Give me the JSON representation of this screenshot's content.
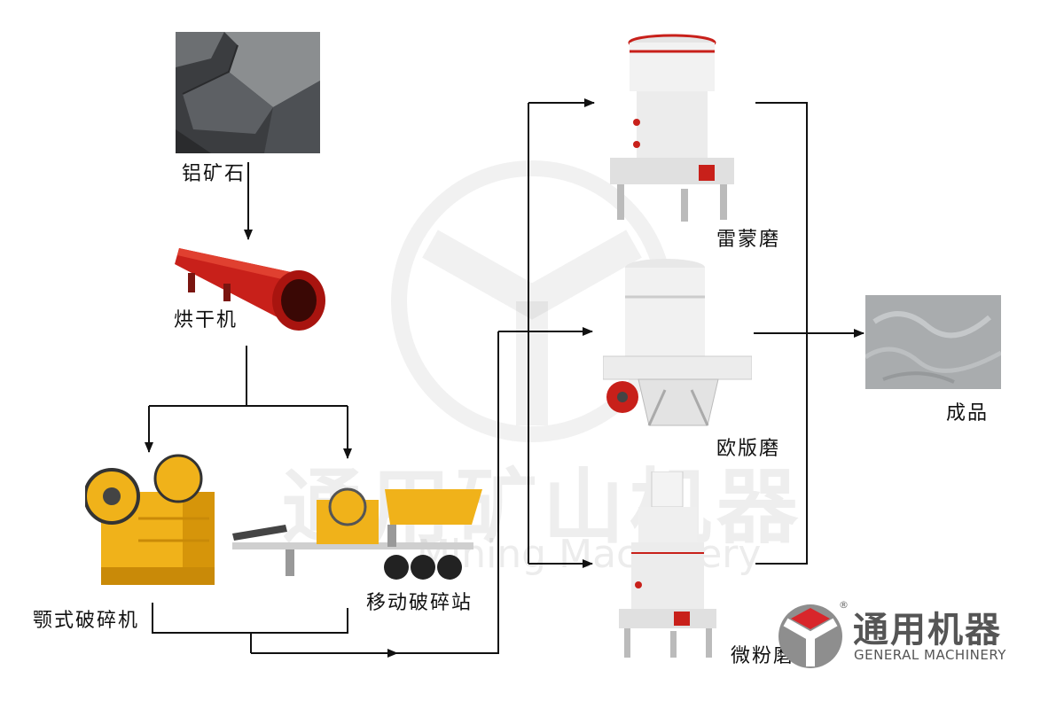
{
  "nodes": {
    "ore": "铝矿石",
    "dryer": "烘干机",
    "jaw_crusher": "颚式破碎机",
    "mobile_station": "移动破碎站",
    "raymond_mill": "雷蒙磨",
    "euro_mill": "欧版磨",
    "micro_mill": "微粉磨",
    "product": "成品"
  },
  "watermark": {
    "cn": "通用矿山机器",
    "en": "Mining Machinery"
  },
  "brand": {
    "cn": "通用机器",
    "en": "GENERAL MACHINERY",
    "registered": "®"
  },
  "colors": {
    "accent_red": "#c8201a",
    "crusher_yellow": "#f0b21a",
    "machine_white": "#efefef",
    "line": "#111111"
  }
}
